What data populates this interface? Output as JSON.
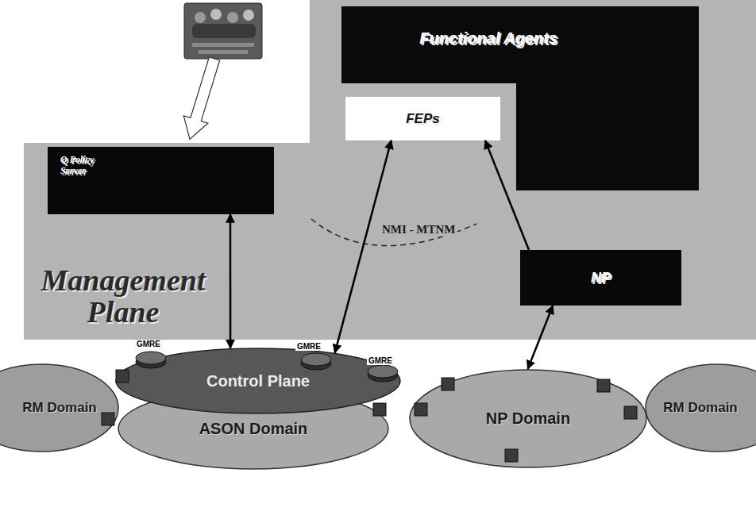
{
  "diagram": {
    "nodes": [
      {
        "text": [
          "Management Plane"
        ]
      },
      {
        "text": [
          "Functional Agents"
        ],
        "in": 0
      },
      {
        "text": [
          "FEPs"
        ],
        "in": 0
      },
      {
        "text": [
          "Q Policy Server"
        ],
        "in": 0
      },
      {
        "text": [
          "NP"
        ],
        "in": 0
      },
      {
        "text": [
          "RM Domain"
        ]
      },
      {
        "text": [
          "Control Plane"
        ]
      },
      {
        "text": [
          "ASON Domain"
        ]
      },
      {
        "text": [
          "NP Domain"
        ]
      },
      {
        "text": [
          "RM Domain"
        ]
      }
    ],
    "edges": [
      {
        "from": 3,
        "to": 6,
        "arrow": "both"
      },
      {
        "from": 2,
        "to": 6,
        "arrow": "both"
      },
      {
        "from": 4,
        "to": 2,
        "arrow": "to"
      },
      {
        "from": 4,
        "to": 8,
        "arrow": "both"
      }
    ],
    "labels": [
      "NMI - MTNM",
      "GMRE",
      "GMRE",
      "GMRE"
    ]
  }
}
